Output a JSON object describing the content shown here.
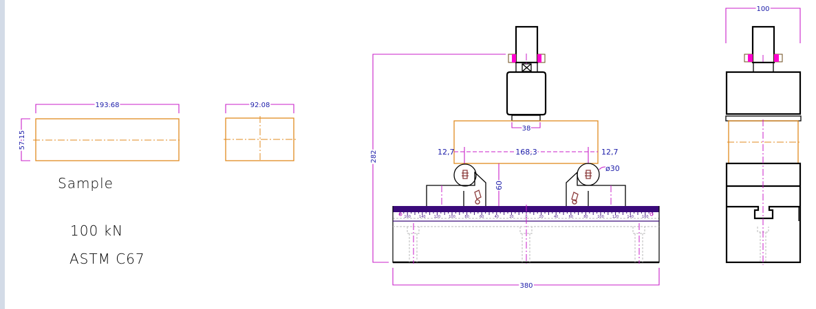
{
  "sample_view": {
    "length_dim": "193.68",
    "height_dim": "57.15",
    "width_dim": "92.08",
    "label": "Sample"
  },
  "spec": {
    "capacity": "100 kN",
    "standard": "ASTM C67"
  },
  "front_view": {
    "platen_dim": "38",
    "overhang_left": "12,7",
    "span_dim": "168,3",
    "overhang_right": "12,7",
    "roller_dia": "ø30",
    "support_height": "60",
    "overall_height": "282",
    "base_length": "380",
    "ruler_labels": [
      "160",
      "140",
      "120",
      "100",
      "80",
      "60",
      "40",
      "20",
      "0",
      "20",
      "40",
      "60",
      "80",
      "100",
      "120",
      "140",
      "160"
    ]
  },
  "side_view": {
    "width_dim": "100"
  },
  "colors": {
    "sample": "#e08a1e",
    "dimension": "#c81ec8",
    "dim_text": "#1a1aa8",
    "ruler": "#3a0a7a",
    "collar": "#ff00d0"
  }
}
